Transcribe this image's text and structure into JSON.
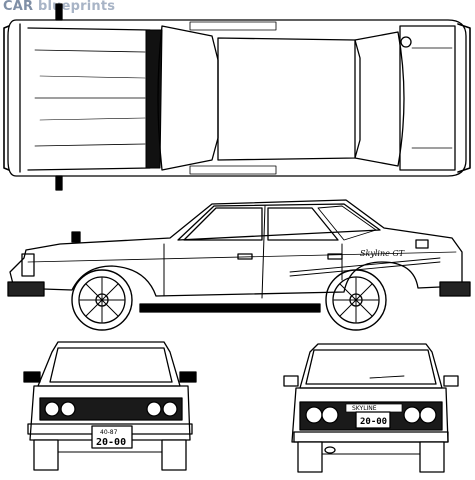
{
  "brand": {
    "car": "CAR",
    "blueprints": "blueprints"
  },
  "badges": {
    "side_script": "Skyline GT",
    "rear_badge": "SKYLINE"
  },
  "plates": {
    "front_top": "40-87",
    "front_main": "20-00",
    "rear_main": "20-00"
  },
  "colors": {
    "ink": "#000000",
    "brand_car": "#7f8fa6",
    "brand_blueprints": "#a8b4c6"
  }
}
